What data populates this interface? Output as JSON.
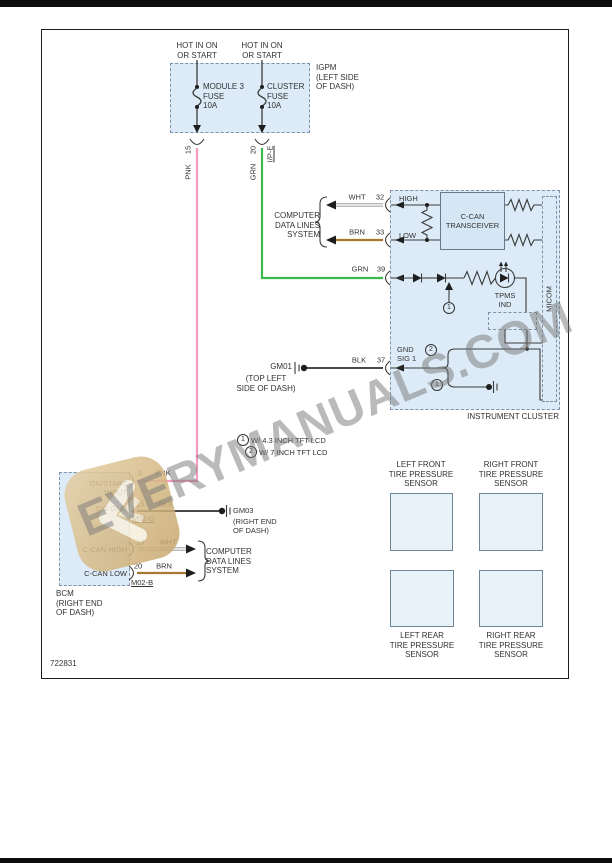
{
  "doc": {
    "number": "722831"
  },
  "watermark": {
    "text": "EVERYMANUALS.COM"
  },
  "colors": {
    "pnk": "#f49ac1",
    "grn": "#3db84d",
    "brn": "#a7792e",
    "blk": "#2f2f2f",
    "wht": "#f0f0f0",
    "panel": "#dcebf7",
    "dash_border": "#7d92a4"
  },
  "igpm": {
    "hot_left": "HOT IN ON\nOR START",
    "hot_right": "HOT IN ON\nOR START",
    "label": "IGPM\n(LEFT SIDE\nOF DASH)",
    "fuse1": "MODULE 3\nFUSE\n10A",
    "fuse2": "CLUSTER\nFUSE\n10A",
    "pin1": "15",
    "pin2": "20",
    "wire1": "PNK",
    "wire2": "GRN",
    "conn2": "I/P-E"
  },
  "cdl_top": {
    "label": "COMPUTER\nDATA LINES\nSYSTEM"
  },
  "cluster": {
    "title": "INSTRUMENT CLUSTER",
    "micom": "MICOM",
    "transceiver": "C-CAN\nTRANSCEIVER",
    "high": "HIGH",
    "low": "LOW",
    "gnd": "GND\nSIG 1",
    "tpms": "TPMS\nIND",
    "pin32": {
      "wire": "WHT",
      "num": "32"
    },
    "pin33": {
      "wire": "BRN",
      "num": "33"
    },
    "pin39": {
      "wire": "GRN",
      "num": "39"
    },
    "pin37": {
      "wire": "BLK",
      "num": "37"
    }
  },
  "gm01": {
    "name": "GM01",
    "loc": "(TOP LEFT\nSIDE OF DASH)"
  },
  "notes": {
    "n1": "1",
    "n2": "2",
    "legend1": "W/ 4.3 INCH TFT LCD",
    "legend2": "W/ 7 INCH TFT LCD"
  },
  "bcm": {
    "label": "BCM\n(RIGHT END\nOF DASH)",
    "pin2": {
      "name": "ON/START\nINPUT",
      "num": "2",
      "wire": "PNK"
    },
    "pin15": {
      "name": "SIG GND",
      "num": "15",
      "wire": "BLK",
      "conn": "M02-D"
    },
    "pin19": {
      "name": "C-CAN HIGH",
      "num": "19",
      "wire": "WHT"
    },
    "pin20": {
      "name": "C-CAN LOW",
      "num": "20",
      "wire": "BRN",
      "conn": "M02-B"
    },
    "cdl": "COMPUTER\nDATA LINES\nSYSTEM"
  },
  "gm03": {
    "name": "GM03",
    "loc": "(RIGHT END\nOF DASH)"
  },
  "sensors": {
    "lf": "LEFT FRONT\nTIRE PRESSURE\nSENSOR",
    "rf": "RIGHT FRONT\nTIRE PRESSURE\nSENSOR",
    "lr": "LEFT REAR\nTIRE PRESSURE\nSENSOR",
    "rr": "RIGHT REAR\nTIRE PRESSURE\nSENSOR"
  }
}
